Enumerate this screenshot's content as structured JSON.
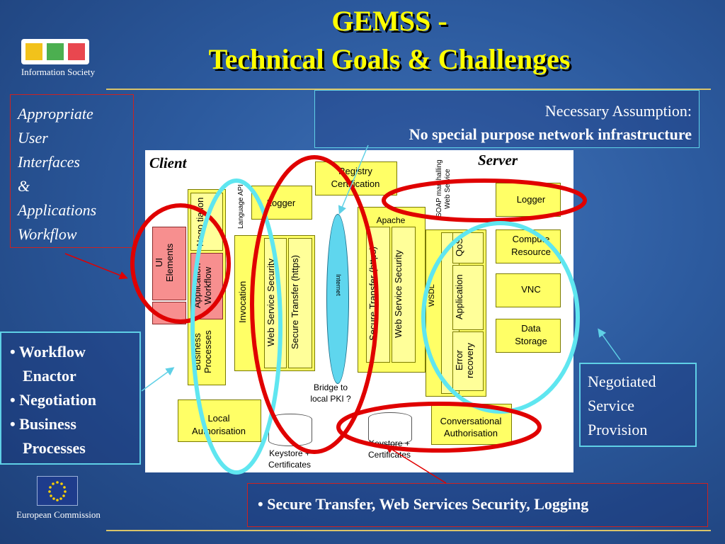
{
  "title": {
    "line1": "GEMSS -",
    "line2": "Technical Goals & Challenges"
  },
  "logos": {
    "info_society": "Information Society",
    "eu": "European Commission"
  },
  "left_box": {
    "lines": [
      "Appropriate",
      "User",
      "Interfaces",
      "&",
      "Applications",
      "Workflow"
    ]
  },
  "assumption": {
    "line1": "Necessary Assumption:",
    "line2": "No special purpose network infrastructure"
  },
  "workflow_box": {
    "bullets": [
      {
        "line1": "Workflow",
        "line2": "Enactor"
      },
      {
        "line1": "Negotiation",
        "line2": ""
      },
      {
        "line1": "Business",
        "line2": "Processes"
      }
    ]
  },
  "negotiated_box": {
    "lines": [
      "Negotiated",
      "Service",
      "Provision"
    ]
  },
  "bottom_box": {
    "bullet": "Secure Transfer, Web Services Security, Logging"
  },
  "diagram": {
    "client": "Client",
    "server": "Server",
    "registry": {
      "line1": "Registry",
      "line2": "Certification"
    },
    "client_logger": "Logger",
    "language_api": "Language API",
    "ui_elements": {
      "line1": "UI",
      "line2": "Elements"
    },
    "negotiation": {
      "line1": "Nego",
      "line2": "tiation"
    },
    "app_workflow": {
      "line1": "Application",
      "line2": "Workflow"
    },
    "business_processes": {
      "line1": "Business",
      "line2": "Processes"
    },
    "invocation": "Invocation",
    "client_wss": "Web Service Security",
    "client_https": "Secure Transfer (https)",
    "internet": "Internet",
    "bridge": {
      "line1": "Bridge to",
      "line2": "local PKI ?"
    },
    "local_auth": {
      "line1": "Local",
      "line2": "Authorisation"
    },
    "keystore_client": {
      "line1": "Keystore +",
      "line2": "Certificates"
    },
    "apache": "Apache",
    "server_https": "Secure Transfer (https)",
    "server_wss": "Web Service Security",
    "soap": {
      "line1": "SOAP marshalling",
      "line2": "Web Service"
    },
    "wsdl": "WSDL",
    "qos": "QoS",
    "application": "Application",
    "error_recovery": {
      "line1": "Error",
      "line2": "recovery"
    },
    "keystore_server": {
      "line1": "Keystore +",
      "line2": "Certificates"
    },
    "conv_auth": {
      "line1": "Conversational",
      "line2": "Authorisation"
    },
    "server_logger": "Logger",
    "compute": {
      "line1": "Compute",
      "line2": "Resource"
    },
    "vnc": "VNC",
    "data_storage": {
      "line1": "Data",
      "line2": "Storage"
    }
  }
}
